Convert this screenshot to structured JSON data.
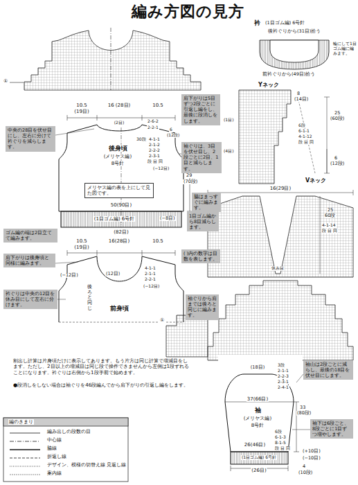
{
  "diagram": {
    "title": "編み方図の見方",
    "nodes": [
      {
        "text": [
          "肩下がりは5目ずつ2段ごとに引返し編をし、最後に段消しをします。"
        ]
      },
      {
        "text": [
          "中央の28目を伏せ目にし、左右に分けて衿ぐりを減らします。"
        ]
      },
      {
        "text": [
          "袖ぐりは、3目を伏せ目し、2段ごとに2目、1目と減らします。"
        ]
      },
      {
        "text": [
          "脇はまっすぐに編みます。"
        ]
      },
      {
        "text": [
          "メリヤス編の表を上にして見た図です。"
        ]
      },
      {
        "text": [
          "1目ゴム編から8目減らします。"
        ]
      },
      {
        "text": [
          "ゴム編の端は2目立てて編みます。"
        ]
      },
      {
        "text": [
          "肩下がりは後身頃と同様に編みます。"
        ]
      },
      {
        "text": [
          "( )内の数字は目数を表します。"
        ]
      },
      {
        "text": [
          "衿ぐりは中央の12目を休み目にして左右に分けます。"
        ]
      },
      {
        "text": [
          "袖ぐりから肩までは後ろと同じに編みます。"
        ]
      },
      {
        "text": [
          "袖山は2段ごとに減らし、最後の18目を伏せ目にします。"
        ]
      },
      {
        "text": [
          "袖下は6段ごと、8段ごとに1目ずつ増やします。"
        ]
      }
    ],
    "labels": [
      "①",
      "10.5",
      "(19目)",
      "16 (28目)",
      "10.5",
      "(2目)",
      "2-6-2",
      "2-2-1",
      "6",
      "(12段)",
      "30段",
      "4-1-1",
      "2-1-2",
      "2-2-2",
      "2-3-1",
      "段 目 回",
      "(−12目)",
      "後身頃",
      "(メリヤス編)",
      "8号針",
      "29",
      "(70段)",
      "50(90目)",
      "(1目ゴム編) 6号針",
      "(−8目)",
      "(82目)",
      "10.5",
      "(19目)",
      "16(28目)",
      "10.5",
      "(−12目)",
      "(12目)",
      "後ろと同じ",
      "4-1-1",
      "2-1-1",
      "2-2-1",
      "(−12目)",
      "前身頃",
      "衿",
      "(1目ゴム編) 6号針",
      "後衿ぐりから(31目)拾う",
      "輪にして1目ゴム編に編みます。",
      "前衿ぐりから(49目)拾う",
      "Yネック",
      "8",
      "(14目)",
      "6段",
      "6-1-1",
      "4-1-12",
      "段 目 回",
      "25",
      "(60段)",
      "6",
      "(12段)",
      "(1目)",
      "(4目)",
      "Vネック",
      "16(29目)",
      "25",
      "60段",
      "4-1-14",
      "段 目 回",
      "休み目",
      "①",
      "①",
      "(18目)",
      "3段",
      "2-1-1",
      "2-2-3",
      "2-3-1",
      "2-4-1",
      "37(66目)",
      "袖",
      "(メリヤス編)",
      "8号針",
      "6段",
      "6-1-3",
      "8-1-5",
      "段 目 回",
      "26(46目)",
      "33",
      "(80段)",
      "(+10目)",
      "(−10目)",
      "(1目ゴム編) 6号針",
      "(26目)",
      "4",
      "(10段)",
      "割出し計算は片身頃だけに表示してあります。もう片方は同じ計算で増減目をします。ただし、2目以上の増減目は同じ段で操作できませんから左側は1段ずれることになります。衿ぐりは右側から1段手前で始めます。",
      "●段消しをしない場合は袖ぐりを46段編んでから肩下がりの引返し編をします。",
      "編のきまり"
    ],
    "legend": [
      {
        "text": "編み出しの段数の目"
      },
      {
        "text": "中心線"
      },
      {
        "text": "脇線"
      },
      {
        "text": "折返し線"
      },
      {
        "text": "デザイン、模様の切替え線 見返し線"
      },
      {
        "text": "案内線"
      }
    ]
  }
}
